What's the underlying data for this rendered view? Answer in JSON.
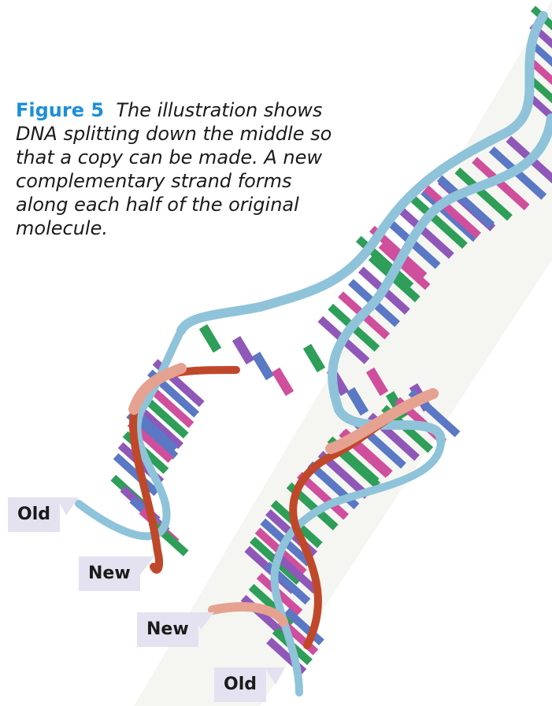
{
  "figure": {
    "label": "Figure 5",
    "caption": "The illustration shows DNA splitting down the middle so that a copy can be made. A new complementary strand forms along each half of the original molecule."
  },
  "labels": {
    "old_top": "Old",
    "new_top": "New",
    "new_bottom": "New",
    "old_bottom": "Old"
  },
  "colors": {
    "background_band": "#f5f6f2",
    "backbone_old": "#8fc3d9",
    "backbone_new": "#e6a291",
    "backbone_new_dark": "#c0482a",
    "base_green": "#2e9e58",
    "base_purple": "#8f58b8",
    "base_blue": "#5a78c4",
    "base_pink": "#cf4f9d",
    "figure_label": "#1d8fd8",
    "label_box": "#e4e2f0"
  }
}
